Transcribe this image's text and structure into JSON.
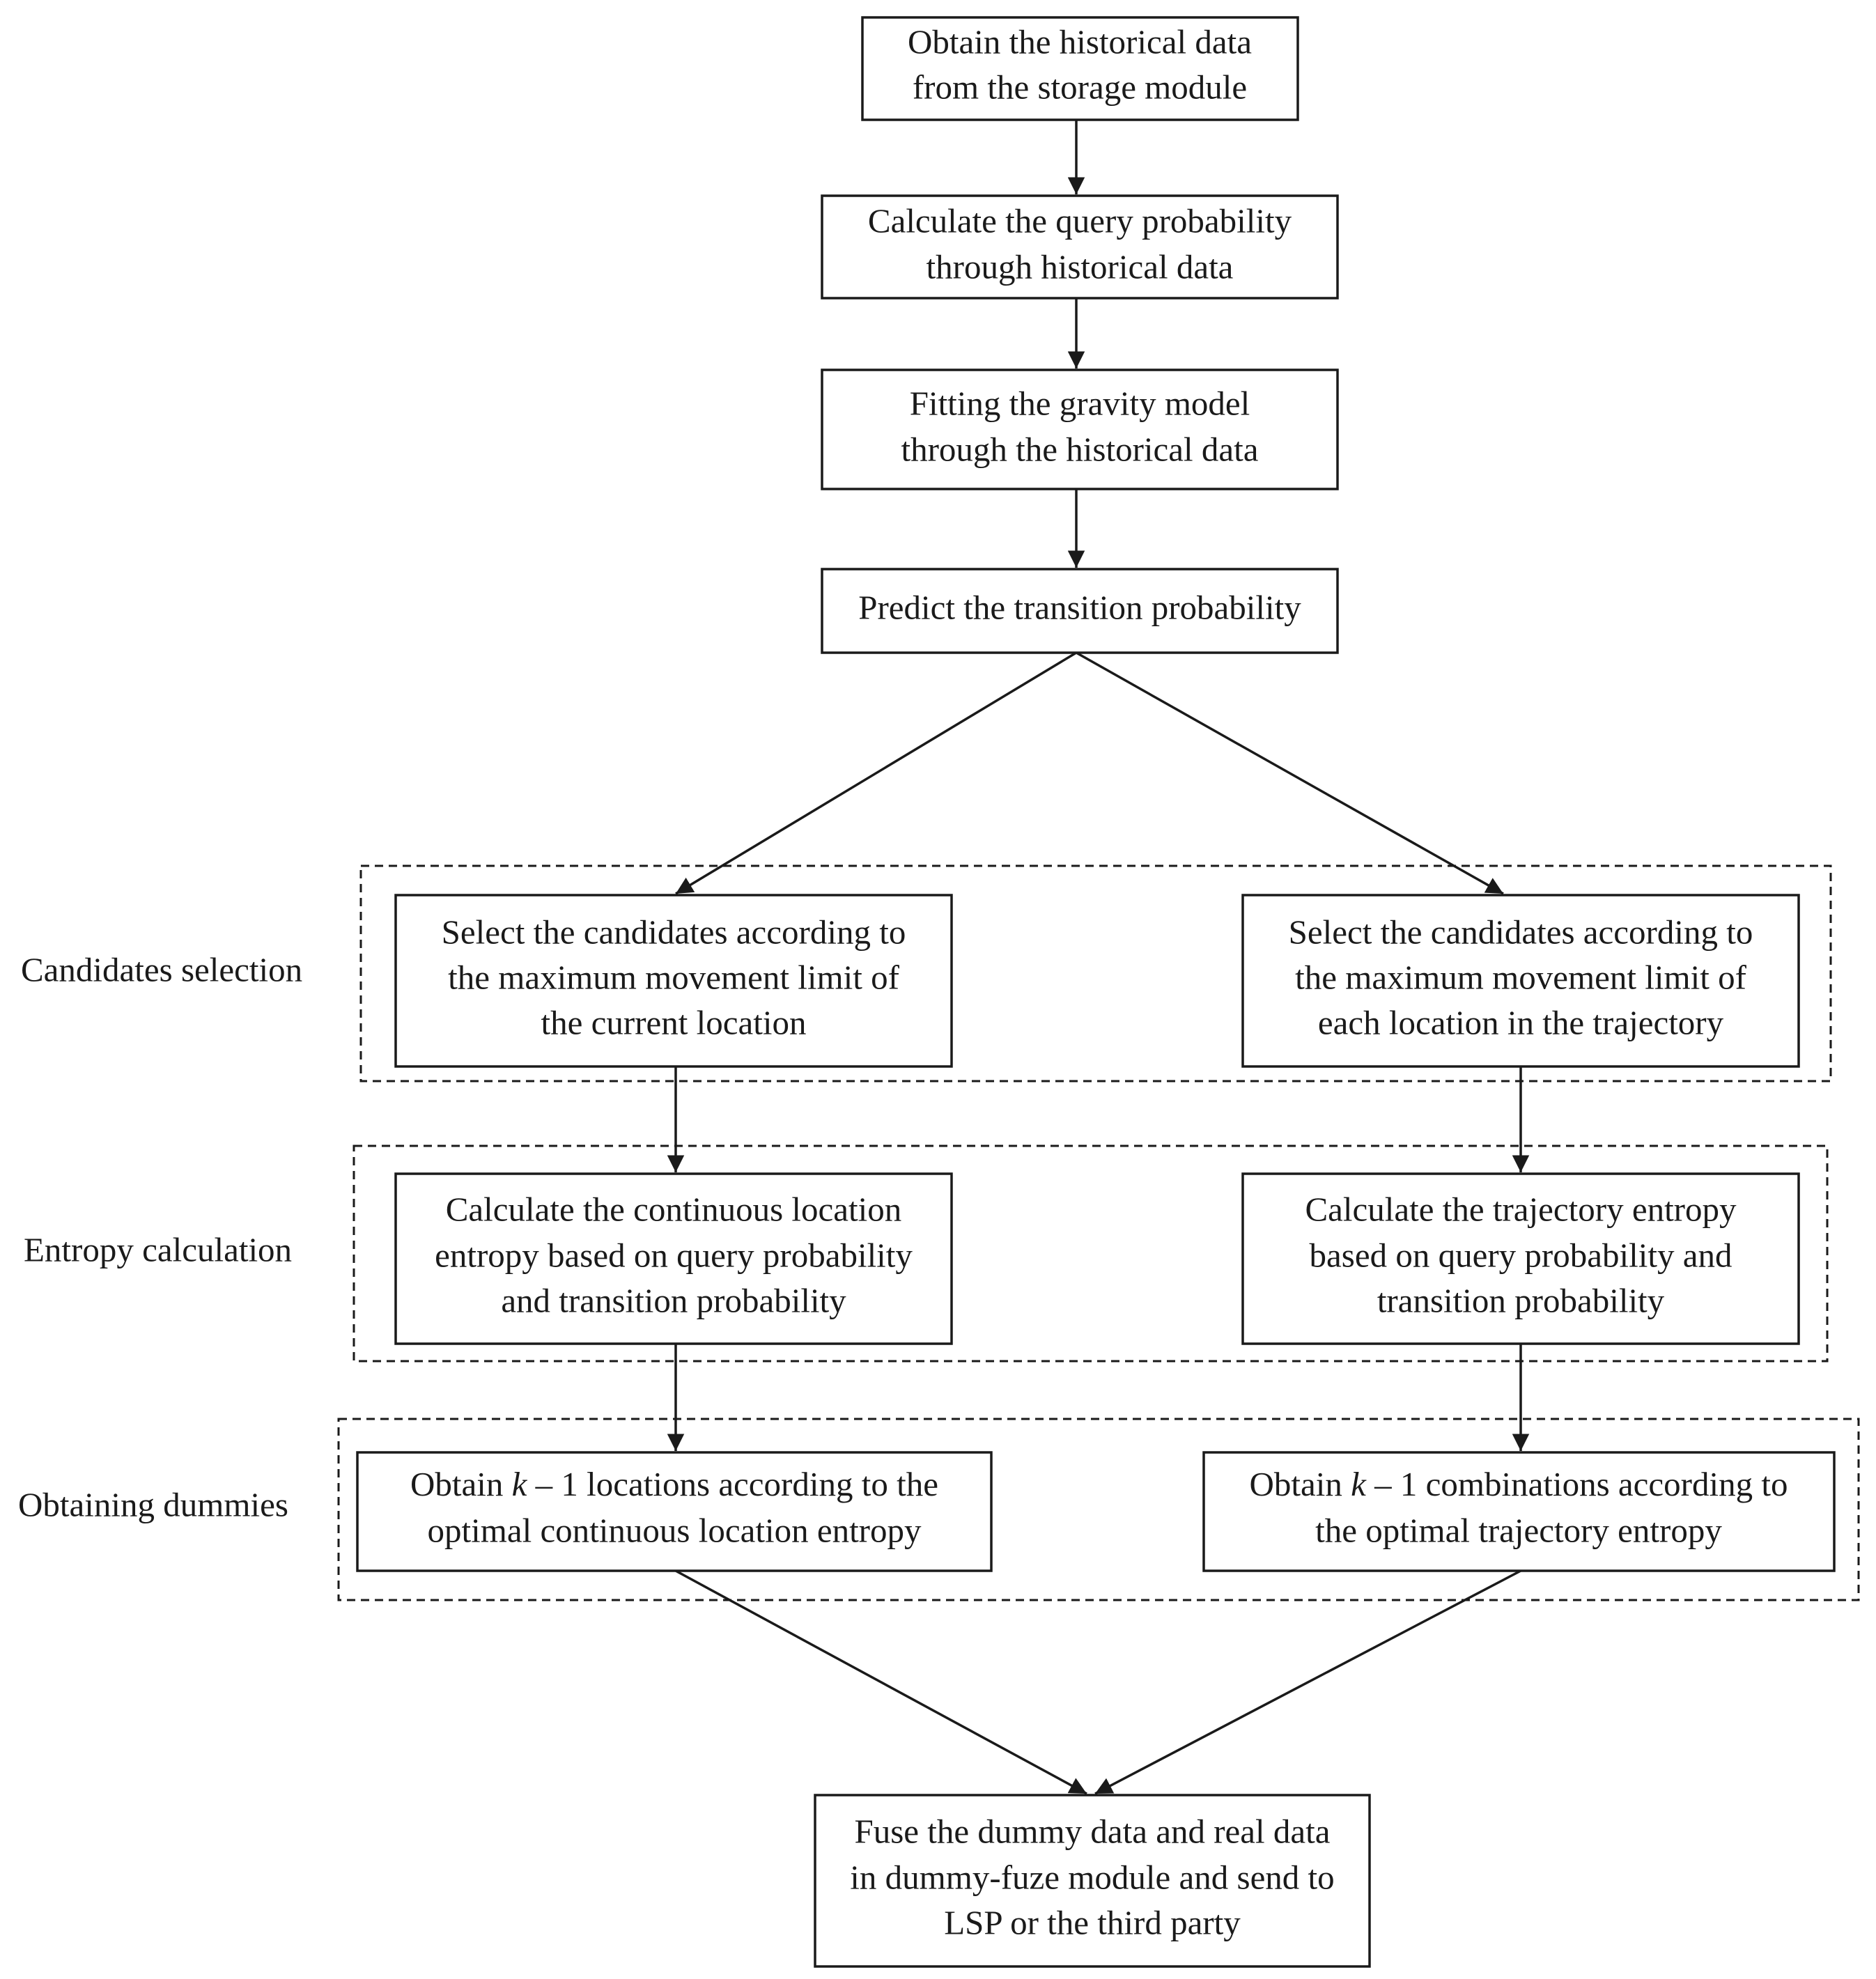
{
  "nodes": {
    "n1": {
      "lines": [
        "Obtain the historical data",
        "from the storage module"
      ]
    },
    "n2": {
      "lines": [
        "Calculate the query probability",
        "through historical data"
      ]
    },
    "n3": {
      "lines": [
        "Fitting the gravity model",
        "through the historical data"
      ]
    },
    "n4": {
      "lines": [
        "Predict the transition probability"
      ]
    },
    "n5": {
      "lines": [
        "Select the candidates according to",
        "the maximum movement limit of",
        "the current location"
      ]
    },
    "n6": {
      "lines": [
        "Select the candidates according to",
        "the maximum movement limit of",
        "each location in the trajectory"
      ]
    },
    "n7": {
      "lines": [
        "Calculate the continuous location",
        "entropy based on query probability",
        "and transition probability"
      ]
    },
    "n8": {
      "lines": [
        "Calculate the trajectory entropy",
        "based on query probability and",
        "transition probability"
      ]
    },
    "n9": {
      "line1_prefix": "Obtain ",
      "line1_var": "k",
      "line1_suffix": " – 1 locations according to the",
      "line2": "optimal continuous location entropy"
    },
    "n10": {
      "line1_prefix": "Obtain ",
      "line1_var": "k",
      "line1_suffix": " – 1 combinations according to",
      "line2": "the optimal trajectory entropy"
    },
    "n11": {
      "lines": [
        "Fuse the dummy data and real data",
        "in dummy-fuze module and send to",
        "LSP or the third party"
      ]
    }
  },
  "stages": {
    "candidates": "Candidates selection",
    "entropy": "Entropy calculation",
    "dummies": "Obtaining dummies"
  }
}
